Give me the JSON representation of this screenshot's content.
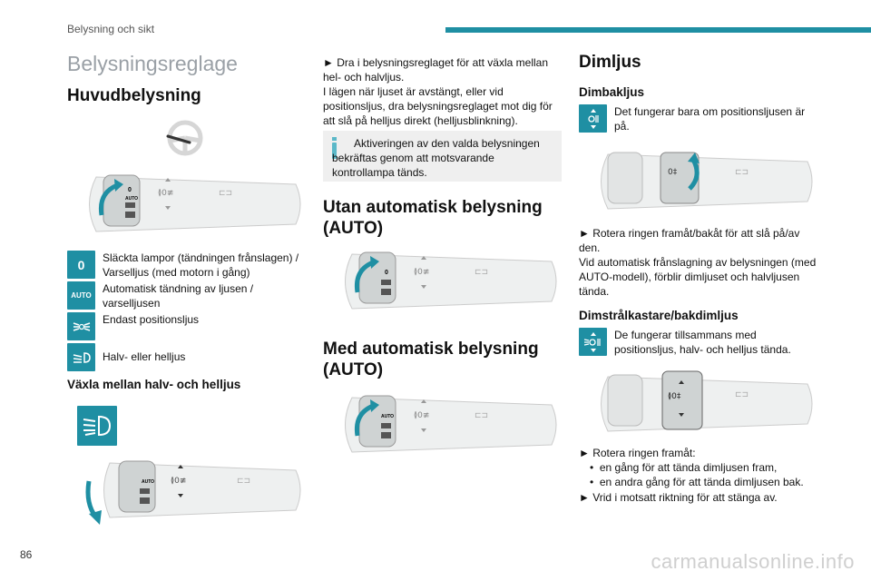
{
  "header": {
    "section": "Belysning och sikt"
  },
  "page_number": "86",
  "watermark": "carmanualsonline.info",
  "col1": {
    "title": "Belysningsreglage",
    "heading_main": "Huvudbelysning",
    "legend": [
      {
        "icon": "zero-icon",
        "text": "Släckta lampor (tändningen frånslagen) / Varselljus (med motorn i gång)"
      },
      {
        "icon": "auto-icon",
        "text": "Automatisk tändning av ljusen / varselljusen"
      },
      {
        "icon": "position-lights-icon",
        "text": "Endast positionsljus"
      },
      {
        "icon": "headlights-icon",
        "text": "Halv- eller helljus"
      }
    ],
    "heading_switch": "Växla mellan halv- och helljus"
  },
  "col2": {
    "para1": "► Dra i belysningsreglaget för att växla mellan hel- och halvljus.",
    "para2": "I lägen när ljuset är avstängt, eller vid positionsljus, dra belysningsreglaget mot dig för att slå på helljus direkt (helljusblinkning).",
    "info": "Aktiveringen av den valda belysningen bekräftas genom att motsvarande kontrollampa tänds.",
    "heading_no_auto": "Utan automatisk belysning (AUTO)",
    "heading_auto": "Med automatisk belysning (AUTO)"
  },
  "col3": {
    "title": "Dimljus",
    "rear_heading": "Dimbakljus",
    "rear_note": "Det fungerar bara om positionsljusen är på.",
    "rear_p1": "► Rotera ringen framåt/bakåt för att slå på/av den.",
    "rear_p2": "Vid automatisk frånslagning av belysningen (med AUTO-modell), förblir dimljuset och halvljusen tända.",
    "front_heading": "Dimstrålkastare/bakdimljus",
    "front_note": "De fungerar tillsammans med positionsljus, halv- och helljus tända.",
    "front_p1": "► Rotera ringen framåt:",
    "front_b1": "en gång för att tända dimljusen fram,",
    "front_b2": "en andra gång för att tända dimljusen bak.",
    "front_p2": "► Vrid i motsatt riktning för att stänga av."
  },
  "stalk_labels": {
    "zero": "0",
    "auto": "AUTO"
  },
  "colors": {
    "teal": "#1f8fa3",
    "accent_bar": "#1f8fa3",
    "info_bg": "#efefef"
  }
}
